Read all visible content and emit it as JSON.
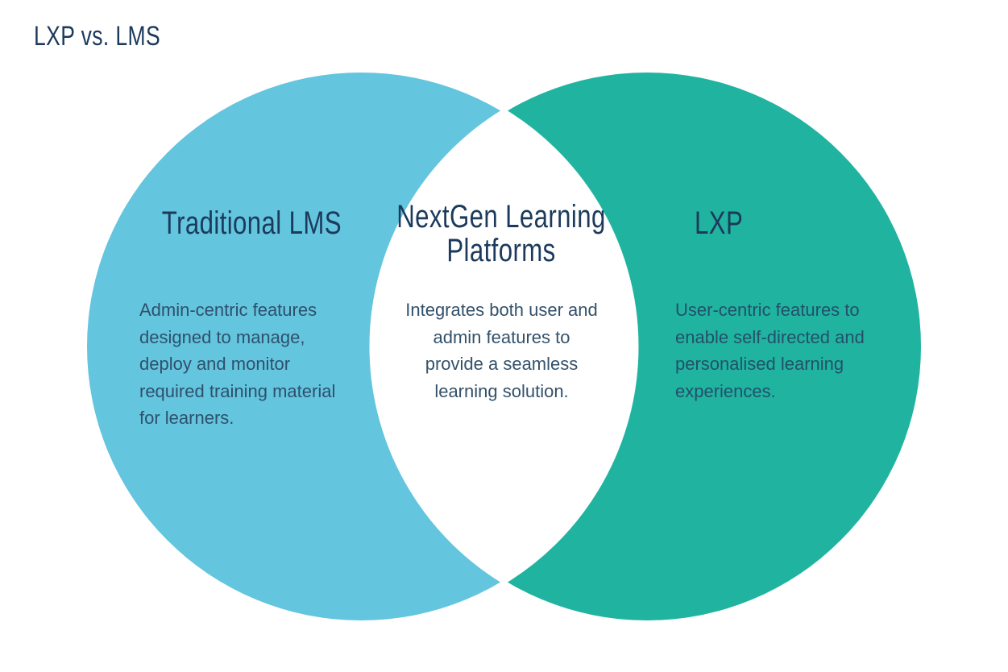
{
  "title": "LXP vs. LMS",
  "colors": {
    "background": "#ffffff",
    "left_circle": "#64c5de",
    "right_circle": "#20b4a0",
    "lens": "#ffffff",
    "heading_text": "#1b3a5c",
    "body_text": "#2e506c"
  },
  "venn": {
    "left": {
      "heading": "Traditional LMS",
      "body": "Admin-centric features designed to manage, deploy and monitor required training material for learners."
    },
    "center": {
      "heading": "NextGen Learning Platforms",
      "body": "Integrates both user and admin features to provide a seamless learning solution."
    },
    "right": {
      "heading": "LXP",
      "body": "User-centric features to enable self-directed and personalised learning experiences."
    }
  }
}
